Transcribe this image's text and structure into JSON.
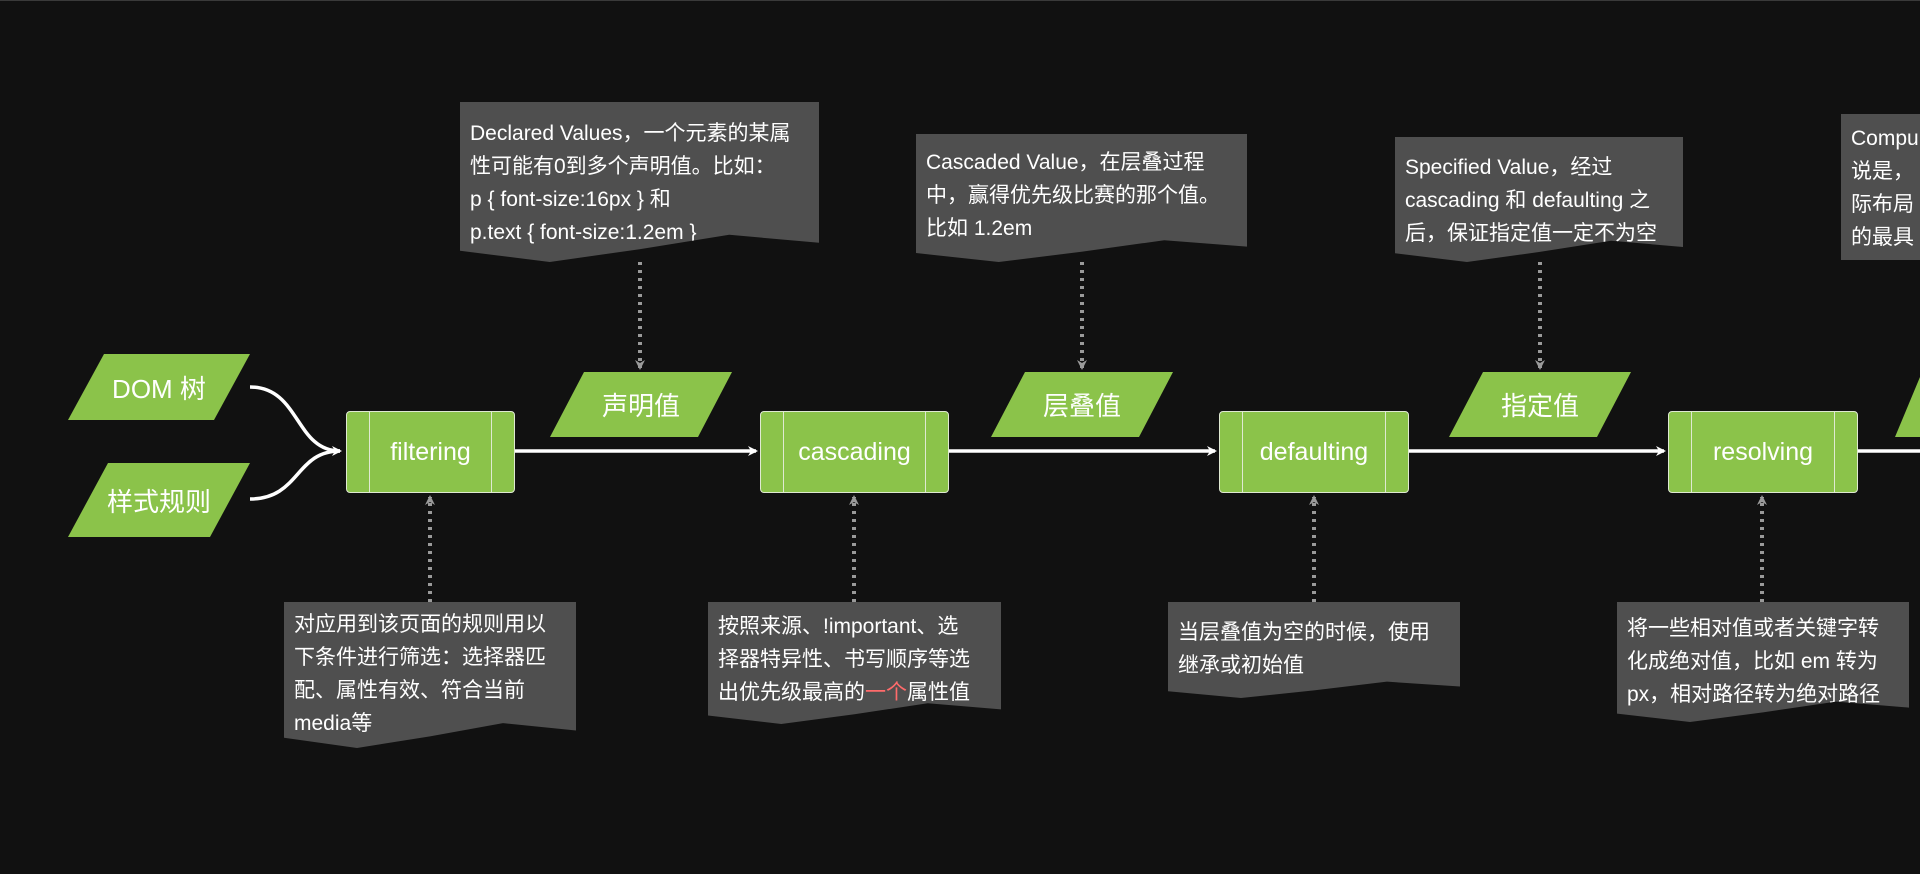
{
  "inputs": {
    "dom_tree": "DOM 树",
    "style_rules": "样式规则"
  },
  "processes": {
    "filtering": "filtering",
    "cascading": "cascading",
    "defaulting": "defaulting",
    "resolving": "resolving"
  },
  "values": {
    "declared": "声明值",
    "cascaded": "层叠值",
    "specified": "指定值"
  },
  "notes": {
    "declared": {
      "line1": "Declared Values，一个元素的某属",
      "line2": "性可能有0到多个声明值。比如：",
      "line3": "p { font-size:16px } 和",
      "line4": "p.text { font-size:1.2em }"
    },
    "cascaded": {
      "line1": "Cascaded Value，在层叠过程",
      "line2": "中，赢得优先级比赛的那个值。",
      "line3": "比如 1.2em"
    },
    "specified": {
      "line1": "Specified Value，经过",
      "line2": "cascading 和 defaulting 之",
      "line3": "后，保证指定值一定不为空"
    },
    "computed": {
      "line1": "Compu",
      "line2": "说是，",
      "line3": "际布局",
      "line4": "的最具"
    },
    "filtering": {
      "line1": "对应用到该页面的规则用以",
      "line2": "下条件进行筛选：选择器匹",
      "line3": "配、属性有效、符合当前",
      "line4": "media等"
    },
    "cascading": {
      "line1": "按照来源、!important、选",
      "line2": "择器特异性、书写顺序等选",
      "line3_pre": "出优先级最高的",
      "line3_hl": "一个",
      "line3_post": "属性值"
    },
    "defaulting": {
      "line1": "当层叠值为空的时候，使用",
      "line2": "继承或初始值"
    },
    "resolving": {
      "line1": "将一些相对值或者关键字转",
      "line2": "化成绝对值，比如 em 转为",
      "line3": "px，相对路径转为绝对路径"
    }
  },
  "colors": {
    "background": "#111111",
    "green": "#8bc34a",
    "note_bg": "#4f4f4f",
    "connector": "#9a9a9a",
    "arrow": "#ffffff",
    "highlight": "#ff6b6b"
  }
}
